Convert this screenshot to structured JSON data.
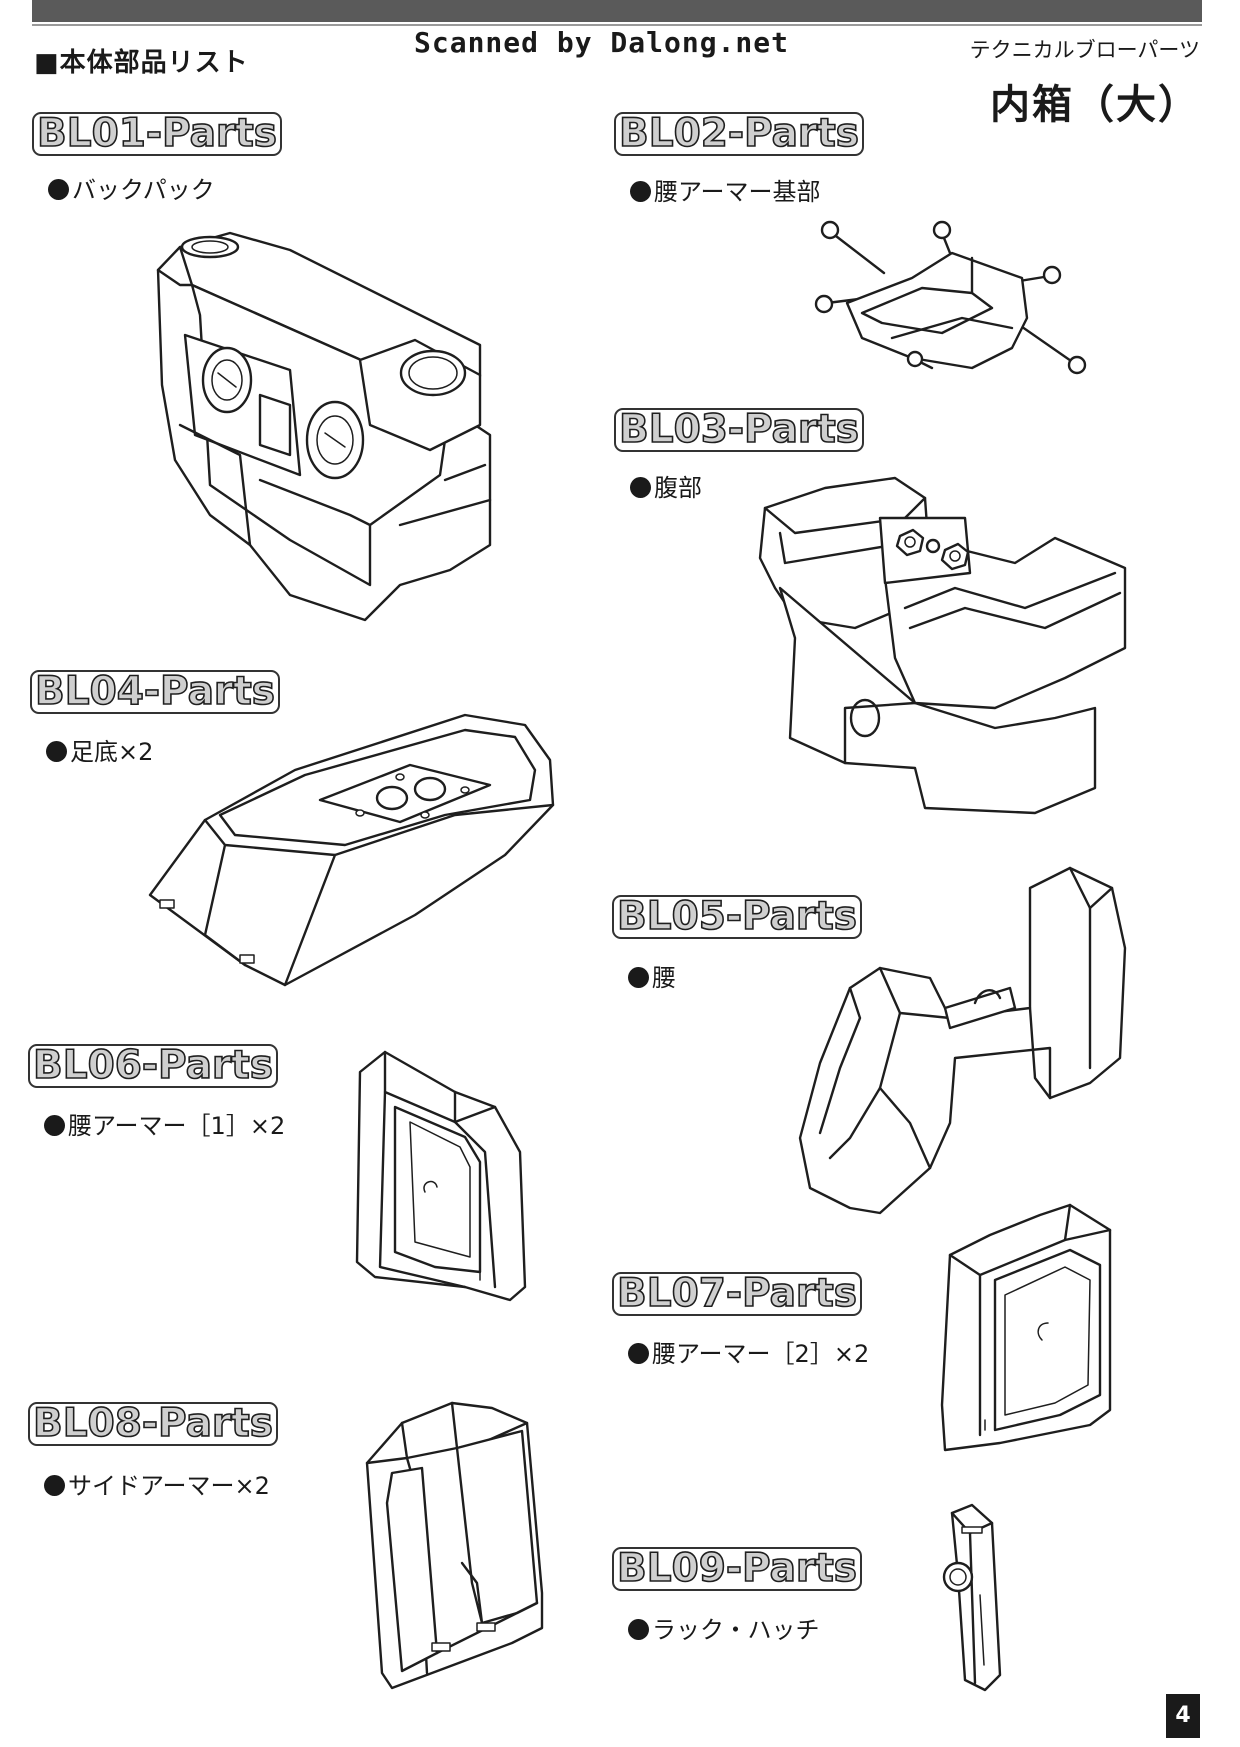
{
  "header": {
    "section_title": "■本体部品リスト",
    "scanned_by": "Scanned by Dalong.net",
    "category": "テクニカルブローパーツ",
    "box_title": "内箱（大）"
  },
  "parts": [
    {
      "code": "BL01-Parts",
      "name": "バックパック"
    },
    {
      "code": "BL02-Parts",
      "name": "腰アーマー基部"
    },
    {
      "code": "BL03-Parts",
      "name": "腹部"
    },
    {
      "code": "BL04-Parts",
      "name": "足底×2"
    },
    {
      "code": "BL05-Parts",
      "name": "腰"
    },
    {
      "code": "BL06-Parts",
      "name": "腰アーマー［1］×2"
    },
    {
      "code": "BL07-Parts",
      "name": "腰アーマー［2］×2"
    },
    {
      "code": "BL08-Parts",
      "name": "サイドアーマー×2"
    },
    {
      "code": "BL09-Parts",
      "name": "ラック・ハッチ"
    }
  ],
  "page_number": "4"
}
